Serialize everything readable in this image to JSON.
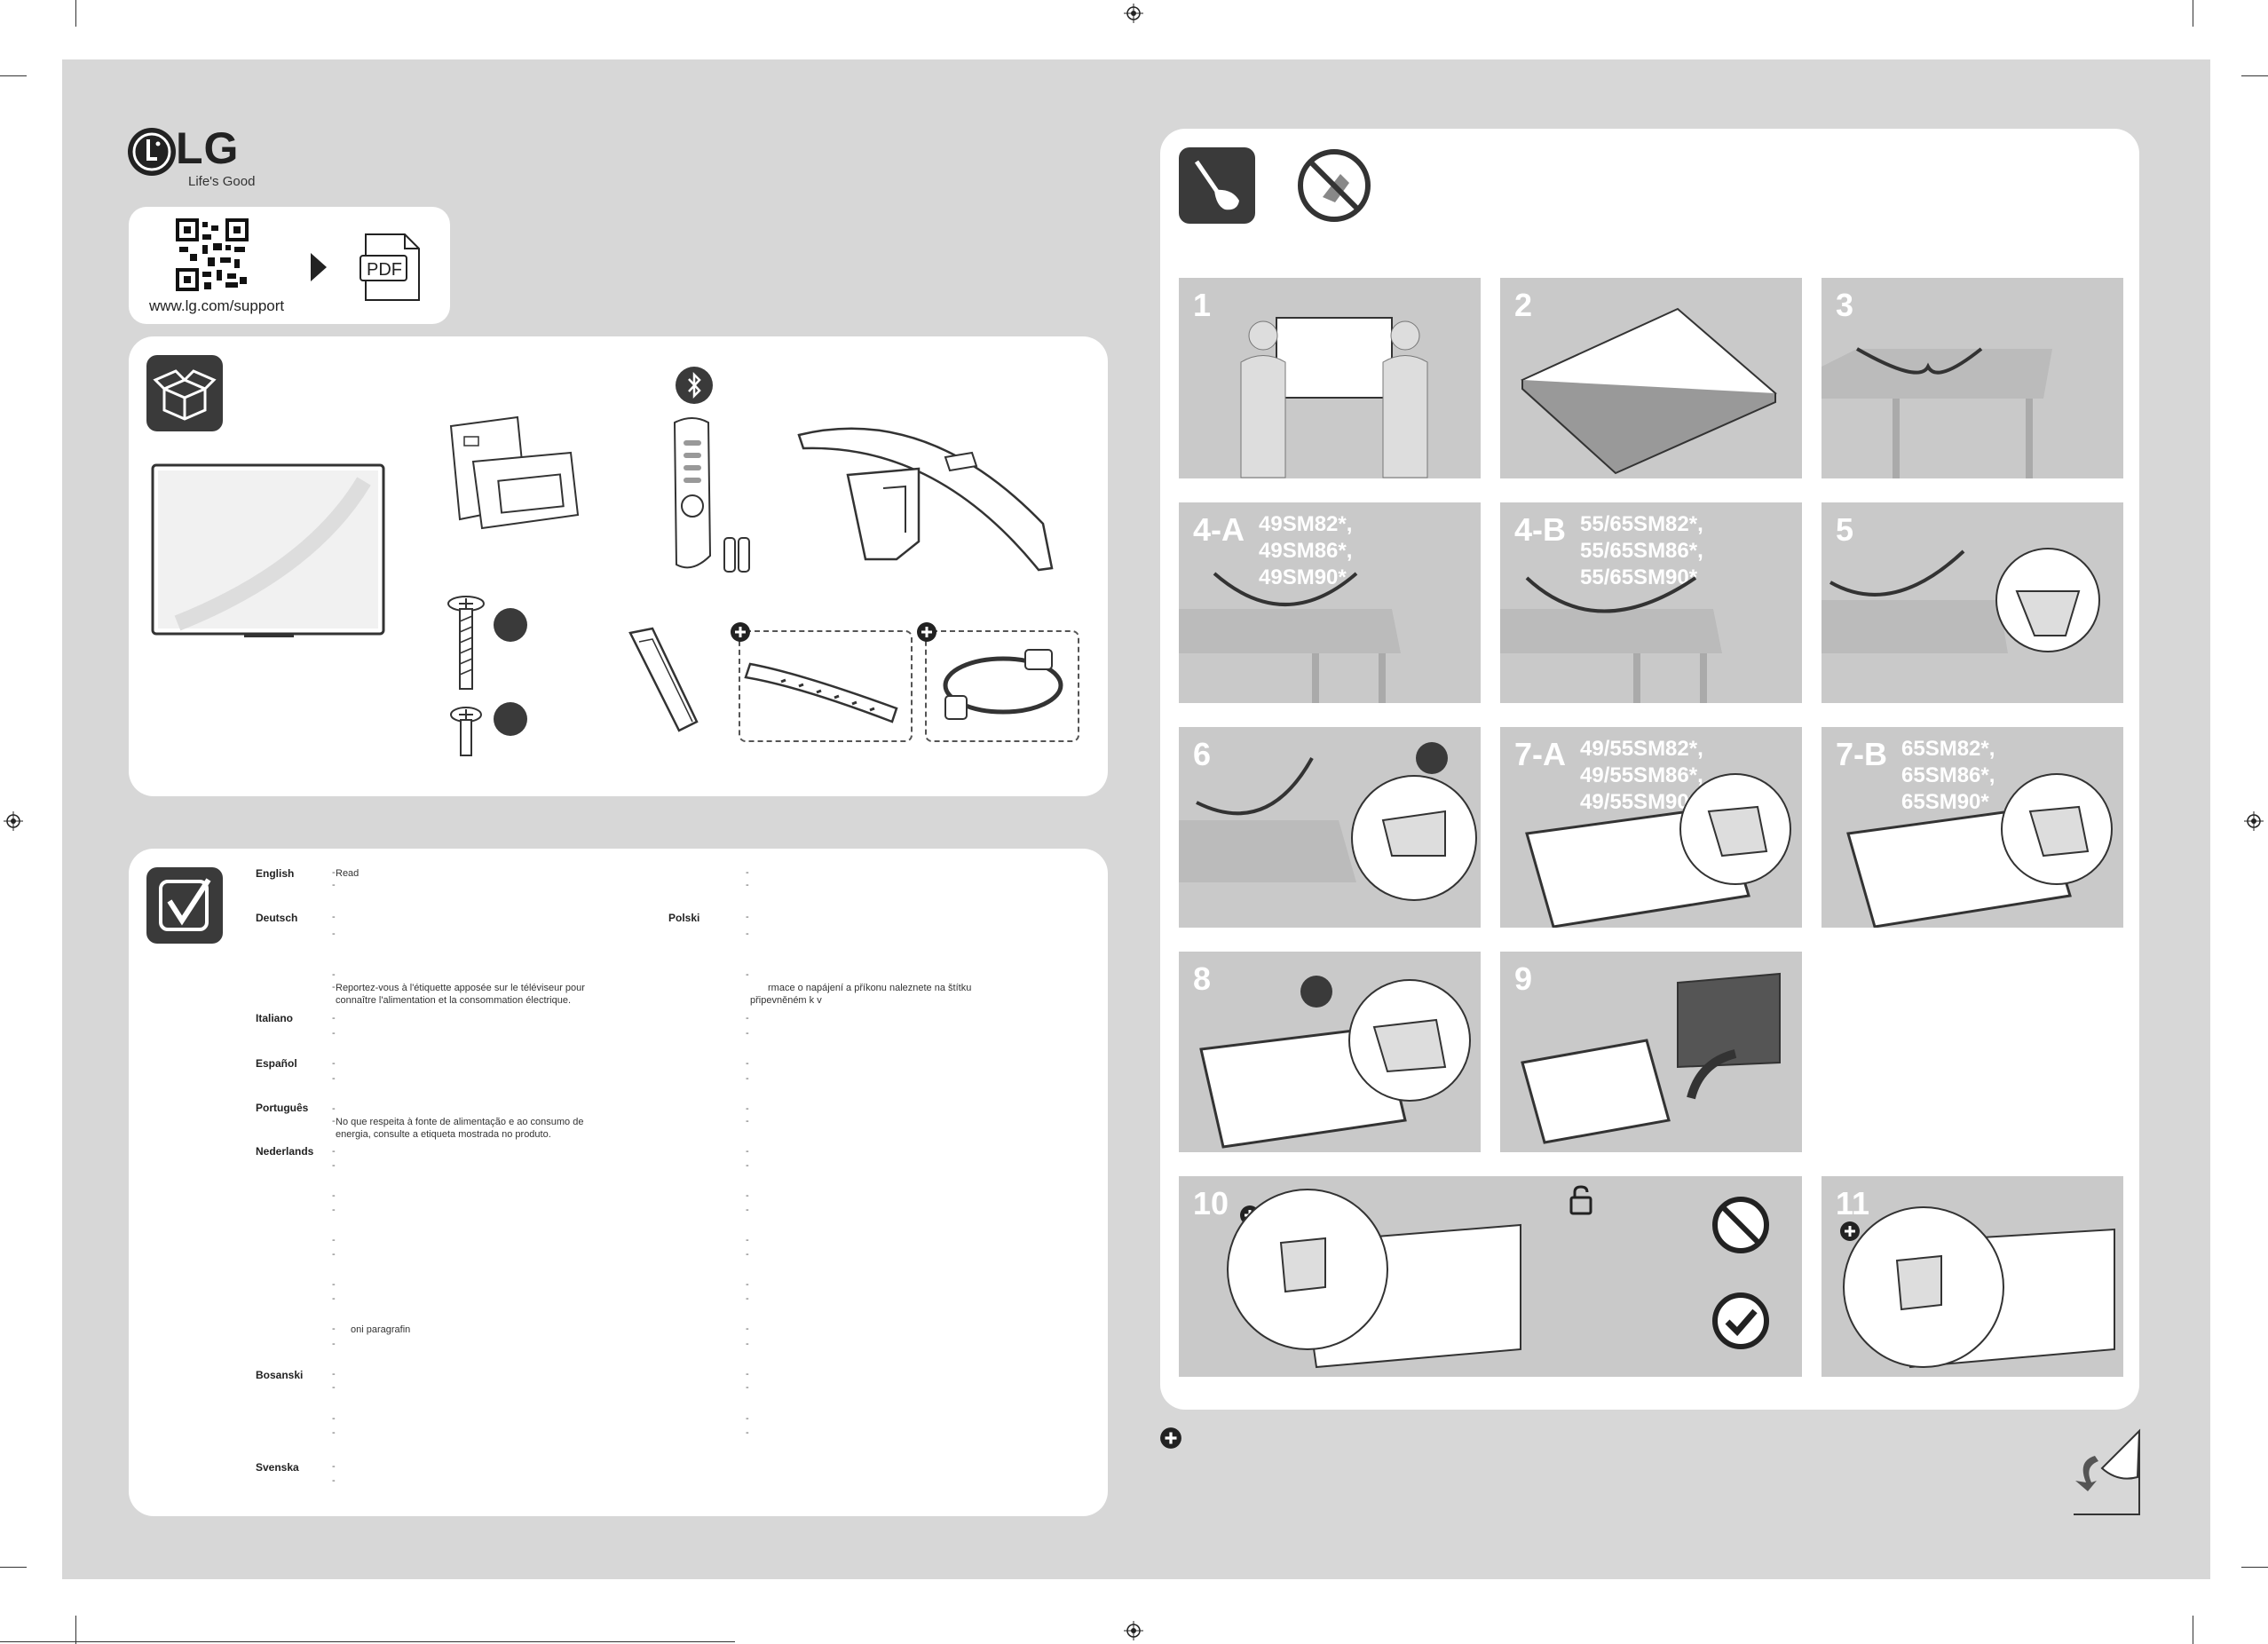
{
  "brand": {
    "logo_text": "LG",
    "tagline": "Life's Good"
  },
  "support": {
    "url": "www.lg.com/support",
    "pdf_label": "PDF"
  },
  "install": {
    "steps": [
      {
        "num": "1",
        "models": []
      },
      {
        "num": "2",
        "models": []
      },
      {
        "num": "3",
        "models": []
      },
      {
        "num": "4-A",
        "models": [
          "49SM82*,",
          "49SM86*,",
          "49SM90*"
        ]
      },
      {
        "num": "4-B",
        "models": [
          "55/65SM82*,",
          "55/65SM86*,",
          "55/65SM90*"
        ]
      },
      {
        "num": "5",
        "models": []
      },
      {
        "num": "6",
        "models": []
      },
      {
        "num": "7-A",
        "models": [
          "49/55SM82*,",
          "49/55SM86*,",
          "49/55SM90*"
        ]
      },
      {
        "num": "7-B",
        "models": [
          "65SM82*,",
          "65SM86*,",
          "65SM90*"
        ]
      },
      {
        "num": "8",
        "models": []
      },
      {
        "num": "9",
        "models": []
      },
      {
        "num": "10",
        "models": []
      },
      {
        "num": "11",
        "models": []
      }
    ]
  },
  "safety": {
    "languages": [
      {
        "name": "English",
        "lines": [
          "Read",
          ""
        ]
      },
      {
        "name": "Deutsch",
        "lines": [
          "",
          ""
        ]
      },
      {
        "name": "Polski",
        "lines": []
      },
      {
        "name": "Italiano",
        "lines": [
          "",
          ""
        ]
      },
      {
        "name": "Español",
        "lines": [
          "",
          ""
        ]
      },
      {
        "name": "Português",
        "lines": [
          "",
          "No que respeita à fonte de alimentação e ao consumo de",
          "energia, consulte a etiqueta mostrada no produto."
        ]
      },
      {
        "name": "Nederlands",
        "lines": [
          "",
          ""
        ]
      },
      {
        "name": "Bosanski",
        "lines": [
          "",
          ""
        ]
      },
      {
        "name": "Svenska",
        "lines": [
          "",
          ""
        ]
      }
    ],
    "french_note": [
      "Reportez-vous à l'étiquette apposée sur le téléviseur pour",
      "connaître l'alimentation et la consommation électrique."
    ],
    "para_fragment": "oni paragrafin",
    "czech_note": [
      "rmace o napájení a příkonu naleznete na štítku",
      "připevněném k v"
    ]
  },
  "colors": {
    "sheet": "#d7d7d7",
    "panel": "#ffffff",
    "step_bg": "#c9c9c9",
    "icon_bg": "#3a3a3a"
  }
}
